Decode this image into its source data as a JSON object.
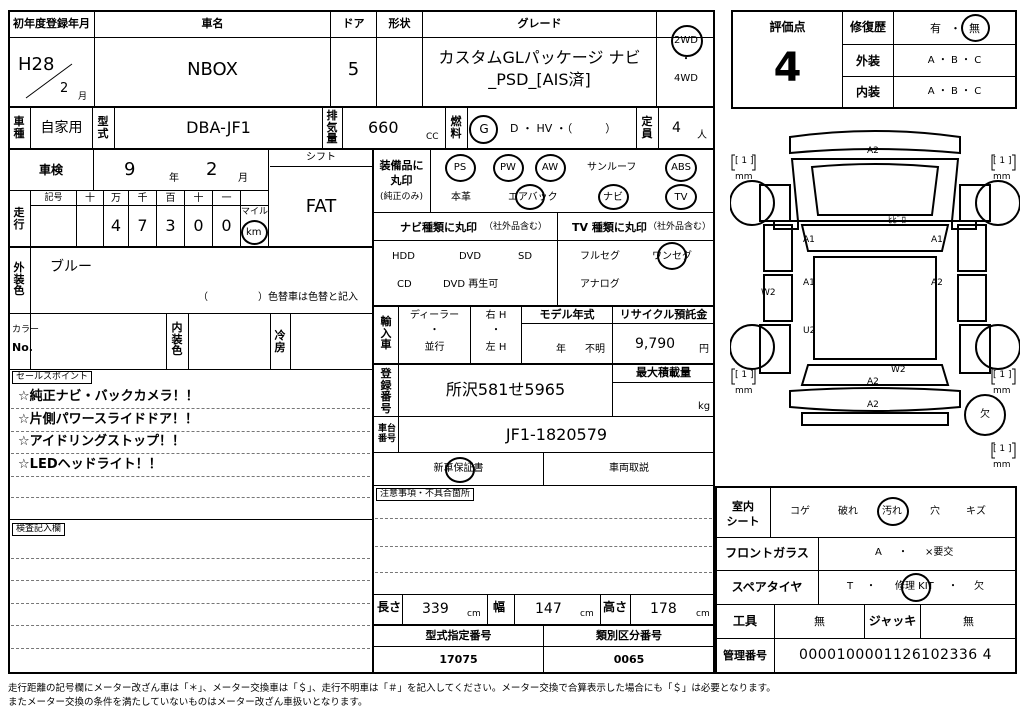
{
  "header": {
    "first_reg_label": "初年度登録年月",
    "name_label": "車名",
    "door_label": "ドア",
    "shape_label": "形状",
    "grade_label": "グレード",
    "era": "H28",
    "month": "2",
    "month_unit": "月",
    "name": "NBOX",
    "doors": "5",
    "grade_line1": "カスタムGLパッケージ ナビ",
    "grade_line2": "_PSD_[AIS済]",
    "drive_2wd": "2WD",
    "drive_dot": "・",
    "drive_4wd": "4WD"
  },
  "evaluation": {
    "score_label": "評価点",
    "score": "4",
    "repair_label": "修復歴",
    "repair_yes": "有",
    "repair_dot": "・",
    "repair_no": "無",
    "exterior_label": "外装",
    "interior_label": "内装",
    "abc": "A ・ B ・ C"
  },
  "row2": {
    "use_label": "車種",
    "use": "自家用",
    "model_label": "型式",
    "model": "DBA-JF1",
    "disp_label": "排気量",
    "displacement": "660",
    "cc": "CC",
    "fuel_label": "燃料",
    "fuel_g": "G",
    "fuel_rest": "D ・ HV ・（　　　）",
    "cap_label": "定員",
    "capacity": "4",
    "person_unit": "人"
  },
  "inspection": {
    "label": "車検",
    "year": "9",
    "year_unit": "年",
    "month": "2",
    "month_unit": "月",
    "shift_label": "シフト",
    "shift": "FAT"
  },
  "mileage": {
    "label": "走行",
    "sym_label": "記号",
    "col_heads": [
      "十",
      "万",
      "千",
      "百",
      "十",
      "一"
    ],
    "digits": [
      "4",
      "7",
      "3",
      "0",
      "0"
    ],
    "mile": "マイル",
    "km": "km"
  },
  "color": {
    "label": "外装色",
    "value": "ブルー",
    "note": "（　　　　　）色替車は色替と記入",
    "color_no_top": "カラー",
    "color_no": "No.",
    "interior_color": "内装色",
    "aircon": "冷房"
  },
  "equipment": {
    "label_line1": "装備品に",
    "label_line2": "丸印",
    "label_line3": "(純正のみ)",
    "ps": "PS",
    "pw": "PW",
    "aw": "AW",
    "sunroof": "サンルーフ",
    "abs": "ABS",
    "leather": "本革",
    "airbag": "エアバック",
    "navi": "ナビ",
    "tv": "TV"
  },
  "navi_types": {
    "label": "ナビ種類に丸印",
    "sub": "（社外品含む）",
    "hdd": "HDD",
    "dvd": "DVD",
    "sd": "SD",
    "cd": "CD",
    "dvd_play": "DVD 再生可"
  },
  "tv_types": {
    "label": "TV 種類に丸印",
    "sub": "（社外品含む）",
    "full": "フルセグ",
    "one": "ワンセグ",
    "analog": "アナログ"
  },
  "import": {
    "label": "輸入車",
    "dealer": "ディーラー",
    "dot": "・",
    "parallel": "並行",
    "right": "右 H",
    "left": "左 H",
    "model_year_label": "モデル年式",
    "year_unit": "年",
    "unknown": "不明",
    "recycle_label": "リサイクル預託金",
    "recycle": "9,790",
    "yen": "円"
  },
  "registration": {
    "label": "登録番号",
    "plate": "所沢581せ5965",
    "max_load_label": "最大積載量",
    "kg": "kg",
    "chassis_label": "車台番号",
    "chassis": "JF1-1820579",
    "warranty": "新車保証書",
    "manual": "車両取説",
    "notes_label": "注意事項・不具合箇所"
  },
  "sales": {
    "label": "セールスポイント",
    "points": [
      "☆純正ナビ・バックカメラ！！",
      "☆片側パワースライドドア！！",
      "☆アイドリングストップ！！",
      "☆LEDヘッドライト！！"
    ],
    "inspect_label": "検査記入欄"
  },
  "dimensions": {
    "length_label": "長さ",
    "length": "339",
    "width_label": "幅",
    "width": "147",
    "height_label": "高さ",
    "height": "178",
    "cm": "cm",
    "type_no_label": "型式指定番号",
    "type_no": "17075",
    "class_no_label": "類別区分番号",
    "class_no": "0065"
  },
  "condition": {
    "seat_label1": "室内",
    "seat_label2": "シート",
    "koge": "コゲ",
    "yabure": "破れ",
    "yogore": "汚れ",
    "ana": "穴",
    "kizu": "キズ",
    "glass_label": "フロントガラス",
    "glass_a": "A",
    "glass_dot": "・",
    "glass_x": "×要交",
    "spare_label": "スペアタイヤ",
    "spare_t": "T",
    "spare_dot1": "・",
    "spare_kit": "修理 KIT",
    "spare_dot2": "・",
    "spare_none": "欠",
    "tools_label": "工具",
    "tools": "無",
    "jack_label": "ジャッキ",
    "jack": "無",
    "mgmt_label": "管理番号",
    "mgmt": "0000100001126102336 4"
  },
  "diagram": {
    "a2_top": "A2",
    "a2_bot1": "A2",
    "a2_bot2": "A2",
    "a1_left": "A1",
    "a1_right": "A1",
    "a1_left2": "A1",
    "a2_right": "A2",
    "w2_left": "W2",
    "u2_left": "U2",
    "w2_bottom": "W2",
    "hishaku": "ﾋﾋﾞﾛ",
    "bracket": "[ 1 ]",
    "mm": "mm",
    "ketsu": "欠"
  },
  "footer": {
    "line1": "走行距離の記号欄にメーター改ざん車は「＊」、メーター交換車は「＄」、走行不明車は「＃」を記入してください。メーター交換で合算表示した場合にも「＄」は必要となります。",
    "line2": "またメーター交換の条件を満たしていないものはメーター改ざん車扱いとなります。"
  }
}
